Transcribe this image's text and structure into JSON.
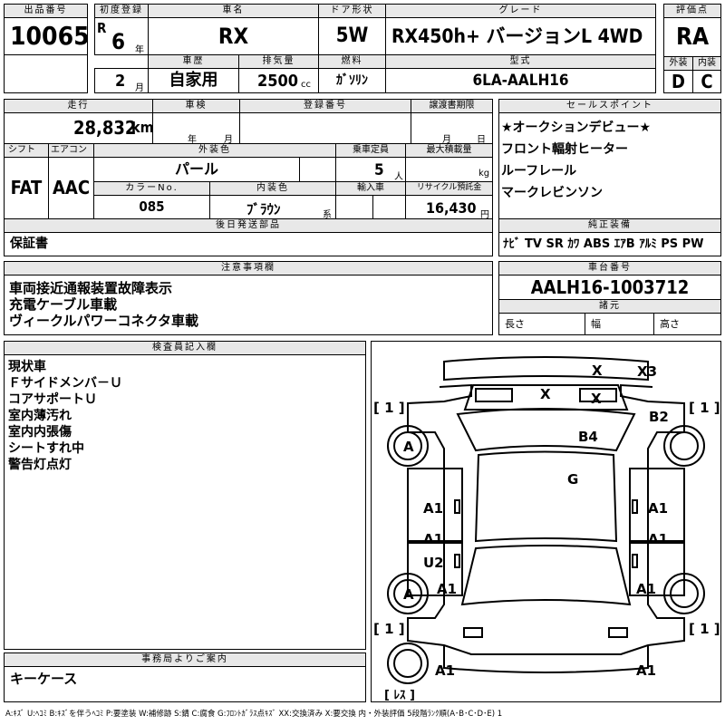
{
  "header": {
    "lot_label": "出品番号",
    "lot_no": "10065",
    "first_reg_label": "初度登録",
    "era": "R",
    "year": "6",
    "year_unit": "年",
    "month": "2",
    "month_unit": "月",
    "name_label": "車名",
    "name": "RX",
    "history_label": "車歴",
    "history": "自家用",
    "displacement_label": "排気量",
    "displacement": "2500",
    "displacement_unit": "cc",
    "door_label": "ドア形状",
    "door": "5W",
    "fuel_label": "燃料",
    "fuel": "ｶﾞｿﾘﾝ",
    "grade_label": "グレード",
    "grade": "RX450h+ バージョンL 4WD",
    "model_label": "型式",
    "model": "6LA-AALH16",
    "score_label": "評価点",
    "score": "RA",
    "exterior_label": "外装",
    "exterior": "D",
    "interior_label": "内装",
    "interior": "C"
  },
  "row2": {
    "mileage_label": "走行",
    "mileage": "28,832",
    "mileage_unit": "km",
    "inspection_label": "車検",
    "insp_year_unit": "年",
    "insp_month_unit": "月",
    "reg_label": "登録番号",
    "transfer_label": "譲渡書期限",
    "tr_month_unit": "月",
    "tr_day_unit": "日",
    "shift_label": "シフト",
    "shift": "FAT",
    "ac_label": "エアコン",
    "ac": "AAC",
    "ext_color_label": "外装色",
    "ext_color": "パール",
    "capacity_label": "乗車定員",
    "capacity": "5",
    "capacity_unit": "人",
    "max_load_label": "最大積載量",
    "max_load_unit": "kg",
    "color_no_label": "カラーNo.",
    "color_no": "085",
    "int_color_label": "内装色",
    "int_color": "ﾌﾞﾗｳﾝ",
    "int_color_unit": "系",
    "import_label": "輸入車",
    "recycle_label": "リサイクル預託金",
    "recycle": "16,430",
    "recycle_unit": "円",
    "later_label": "後日発送部品",
    "later": "保証書"
  },
  "sales_points": {
    "label": "セールスポイント",
    "items": [
      "★オークションデビュー★",
      "フロント輻射ヒーター",
      "ルーフレール",
      "マークレビンソン"
    ]
  },
  "equipment": {
    "label": "純正装備",
    "text": "ﾅﾋﾞ TV SR ｶﾜ ABS ｴｱB ｱﾙﾐ PS PW"
  },
  "notes": {
    "label": "注意事項欄",
    "items": [
      "車両接近通報装置故障表示",
      "充電ケーブル車載",
      "ヴィークルパワーコネクタ車載"
    ]
  },
  "chassis": {
    "label": "車台番号",
    "value": "AALH16-1003712",
    "dims_label": "諸元",
    "length": "長さ",
    "width": "幅",
    "height": "高さ"
  },
  "inspector": {
    "label": "検査員記入欄",
    "items": [
      "現状車",
      "Ｆサイドメンバ－Ｕ",
      "コアサポートＵ",
      "室内薄汚れ",
      "室内内張傷",
      "シートすれ中",
      "警告灯点灯"
    ]
  },
  "office": {
    "label": "事務局よりご案内",
    "text": "キーケース"
  },
  "diagram": {
    "marks": {
      "x_top": "X",
      "x3": "X3",
      "x_mid": "X",
      "x_mid2": "X",
      "b2": "B2",
      "b4": "B4",
      "g": "G",
      "a_fl": "A",
      "a_rl": "A",
      "a1_l1": "A1",
      "a1_l2": "A1",
      "u2": "U2",
      "a1_l3": "A1",
      "a1_r1": "A1",
      "a1_r2": "A1",
      "a1_r3": "A1",
      "a1_bl": "A1",
      "a1_br": "A1",
      "tire_fl": "[ 1 ]",
      "tire_fr": "[ 1 ]",
      "tire_rl": "[ 1 ]",
      "tire_rr": "[ 1 ]",
      "spare": "[ ﾚｽ ]"
    }
  },
  "legend": "A:ｷｽﾞ U:ﾍｺﾐ B:ｷｽﾞを伴うﾍｺﾐ P:要塗装 W:補修跡 S:錆 C:腐食 G:ﾌﾛﾝﾄｶﾞﾗｽ点ｷｽﾞ XX:交換済み X:要交換 内・外装評価 5段階ﾗﾝｸ順(A･B･C･D･E) 1"
}
